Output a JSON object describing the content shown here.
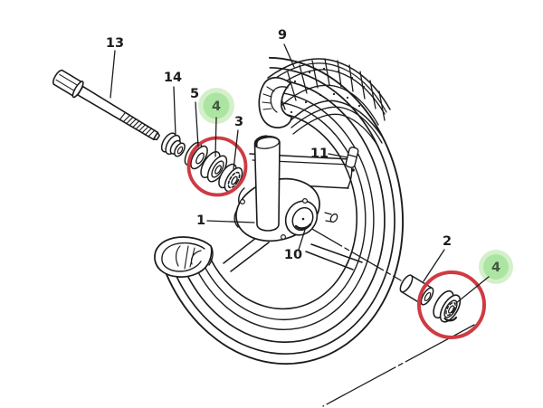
{
  "figure": {
    "description": "Exploded line-art parts diagram of a motorcycle front wheel assembly",
    "background": "white"
  },
  "labels": [
    {
      "text": "13",
      "part": "axle-bolt",
      "highlighted": false
    },
    {
      "text": "14",
      "part": "collar",
      "highlighted": false
    },
    {
      "text": "5",
      "part": "oil-seal-left",
      "highlighted": false
    },
    {
      "text": "4",
      "part": "bearing-left",
      "highlighted": true
    },
    {
      "text": "3",
      "part": "seal-ring-left",
      "highlighted": false
    },
    {
      "text": "9",
      "part": "tire-wheel",
      "highlighted": false
    },
    {
      "text": "11",
      "part": "rim-valve",
      "highlighted": false
    },
    {
      "text": "1",
      "part": "hub",
      "highlighted": false
    },
    {
      "text": "10",
      "part": "hub-bore",
      "highlighted": false
    },
    {
      "text": "2",
      "part": "spacer",
      "highlighted": false
    },
    {
      "text": "4",
      "part": "bearing-right",
      "highlighted": true
    }
  ],
  "highlights": {
    "red_circles": [
      "around left bearing (part 4)",
      "around right bearing (part 4)"
    ],
    "green_badges": [
      "4",
      "4"
    ]
  },
  "colors": {
    "line": "#1c1c1c",
    "red_circle": "#cf3a43",
    "green_badge_fill": "#ace4a1",
    "green_badge_glow": "#d4f0ca",
    "green_badge_text": "#42573f",
    "background": "#ffffff"
  }
}
